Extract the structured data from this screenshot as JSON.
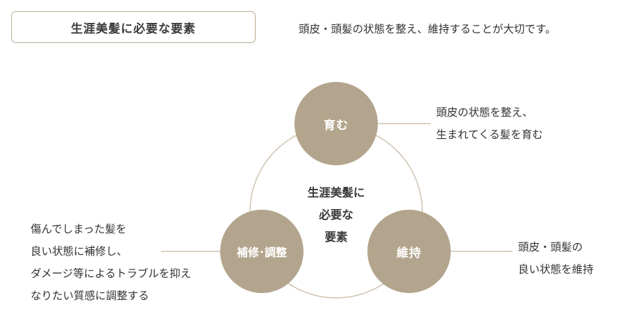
{
  "title": "生涯美髪に必要な要素",
  "subtitle": "頭皮・頭髪の状態を整え、維持することが大切です。",
  "center_label": "生涯美髪に\n必要な\n要素",
  "nodes": {
    "top": {
      "label": "育む",
      "description": "頭皮の状態を整え、\n生まれてくる髪を育む"
    },
    "right": {
      "label": "維持",
      "description": "頭皮・頭髪の\n良い状態を維持"
    },
    "left": {
      "label": "補修･調整",
      "description": "傷んでしまった髪を\n良い状態に補修し、\nダメージ等によるトラブルを抑え\nなりたい質感に調整する"
    }
  },
  "colors": {
    "circle": "#b3a58d",
    "border": "#b9aa92",
    "line": "#cfc3b0"
  }
}
